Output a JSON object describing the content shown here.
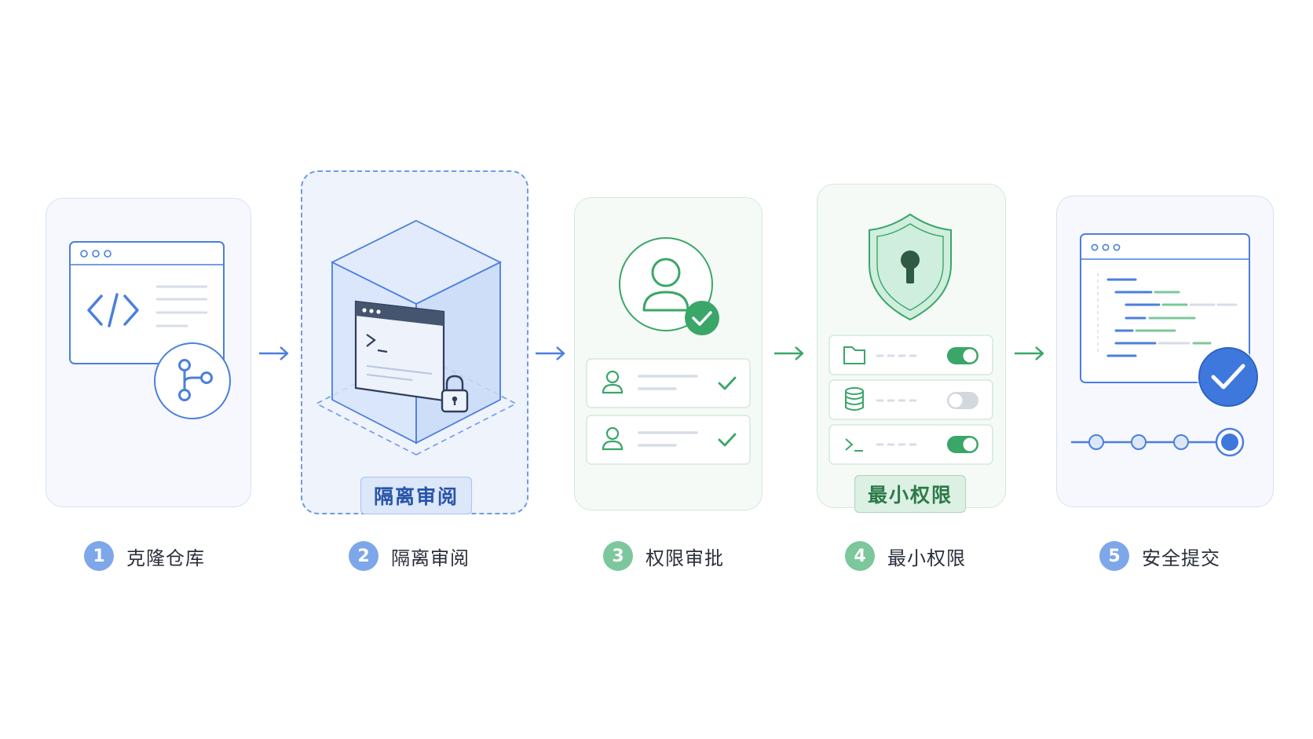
{
  "steps": [
    {
      "number": "1",
      "label": "克隆仓库"
    },
    {
      "number": "2",
      "label": "隔离审阅"
    },
    {
      "number": "3",
      "label": "权限审批"
    },
    {
      "number": "4",
      "label": "最小权限"
    },
    {
      "number": "5",
      "label": "安全提交"
    }
  ],
  "cards": {
    "isolation": {
      "badge": "隔离审阅"
    },
    "least_privilege": {
      "badge": "最小权限"
    }
  },
  "colors": {
    "blue_accent": "#4a7fde",
    "green_accent": "#3aa668",
    "blue_soft": "#7ea7ea",
    "green_soft": "#7cc79b"
  },
  "icons": {
    "clone": [
      "browser-window-icon",
      "code-brackets-icon",
      "git-branch-icon"
    ],
    "isolation": [
      "sandbox-cube-icon",
      "terminal-window-icon",
      "lock-icon"
    ],
    "approval": [
      "user-avatar-icon",
      "check-badge-icon",
      "user-icon",
      "check-icon"
    ],
    "least_privilege": [
      "shield-keyhole-icon",
      "folder-icon",
      "database-icon",
      "terminal-prompt-icon",
      "toggle-icon"
    ],
    "commit": [
      "code-window-icon",
      "check-circle-icon",
      "commit-timeline-icon"
    ]
  },
  "toggles": [
    {
      "resource": "folder",
      "on": true
    },
    {
      "resource": "database",
      "on": false
    },
    {
      "resource": "terminal",
      "on": true
    }
  ]
}
